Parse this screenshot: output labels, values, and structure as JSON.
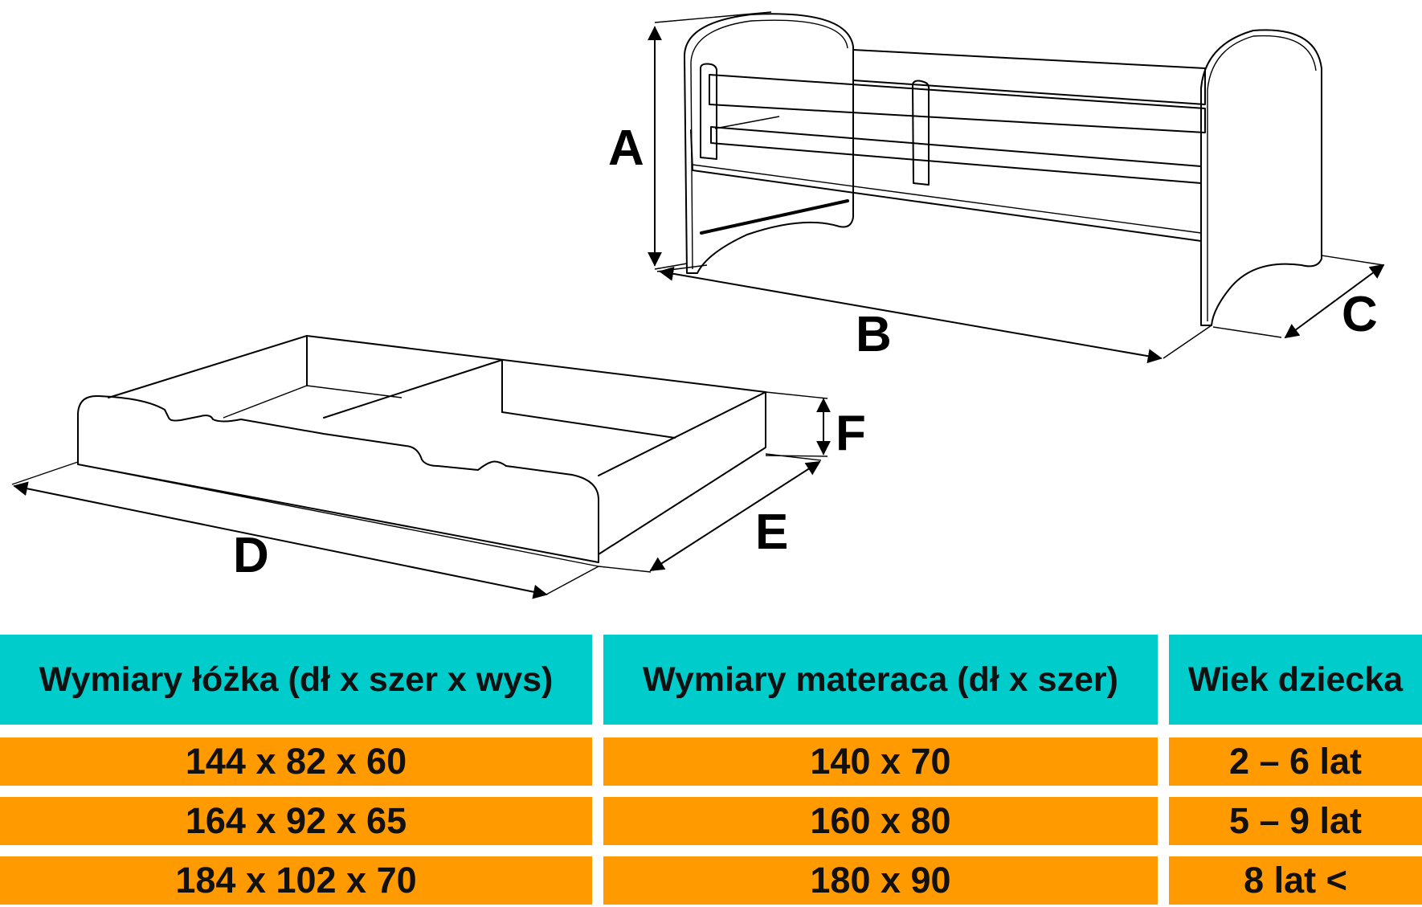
{
  "diagram": {
    "labels": {
      "a": "A",
      "b": "B",
      "c": "C",
      "d": "D",
      "e": "E",
      "f": "F"
    }
  },
  "table": {
    "headers": [
      "Wymiary łóżka (dł x szer x wys)",
      "Wymiary materaca (dł x szer)",
      "Wiek dziecka"
    ],
    "rows": [
      [
        "144 x 82 x 60",
        "140 x 70",
        "2 – 6 lat"
      ],
      [
        "164 x 92 x 65",
        "160 x 80",
        "5 – 9 lat"
      ],
      [
        "184 x 102 x 70",
        "180 x 90",
        "8 lat <"
      ]
    ],
    "colors": {
      "header_bg": "#00cccc",
      "row_bg": "#ff9b00"
    }
  }
}
